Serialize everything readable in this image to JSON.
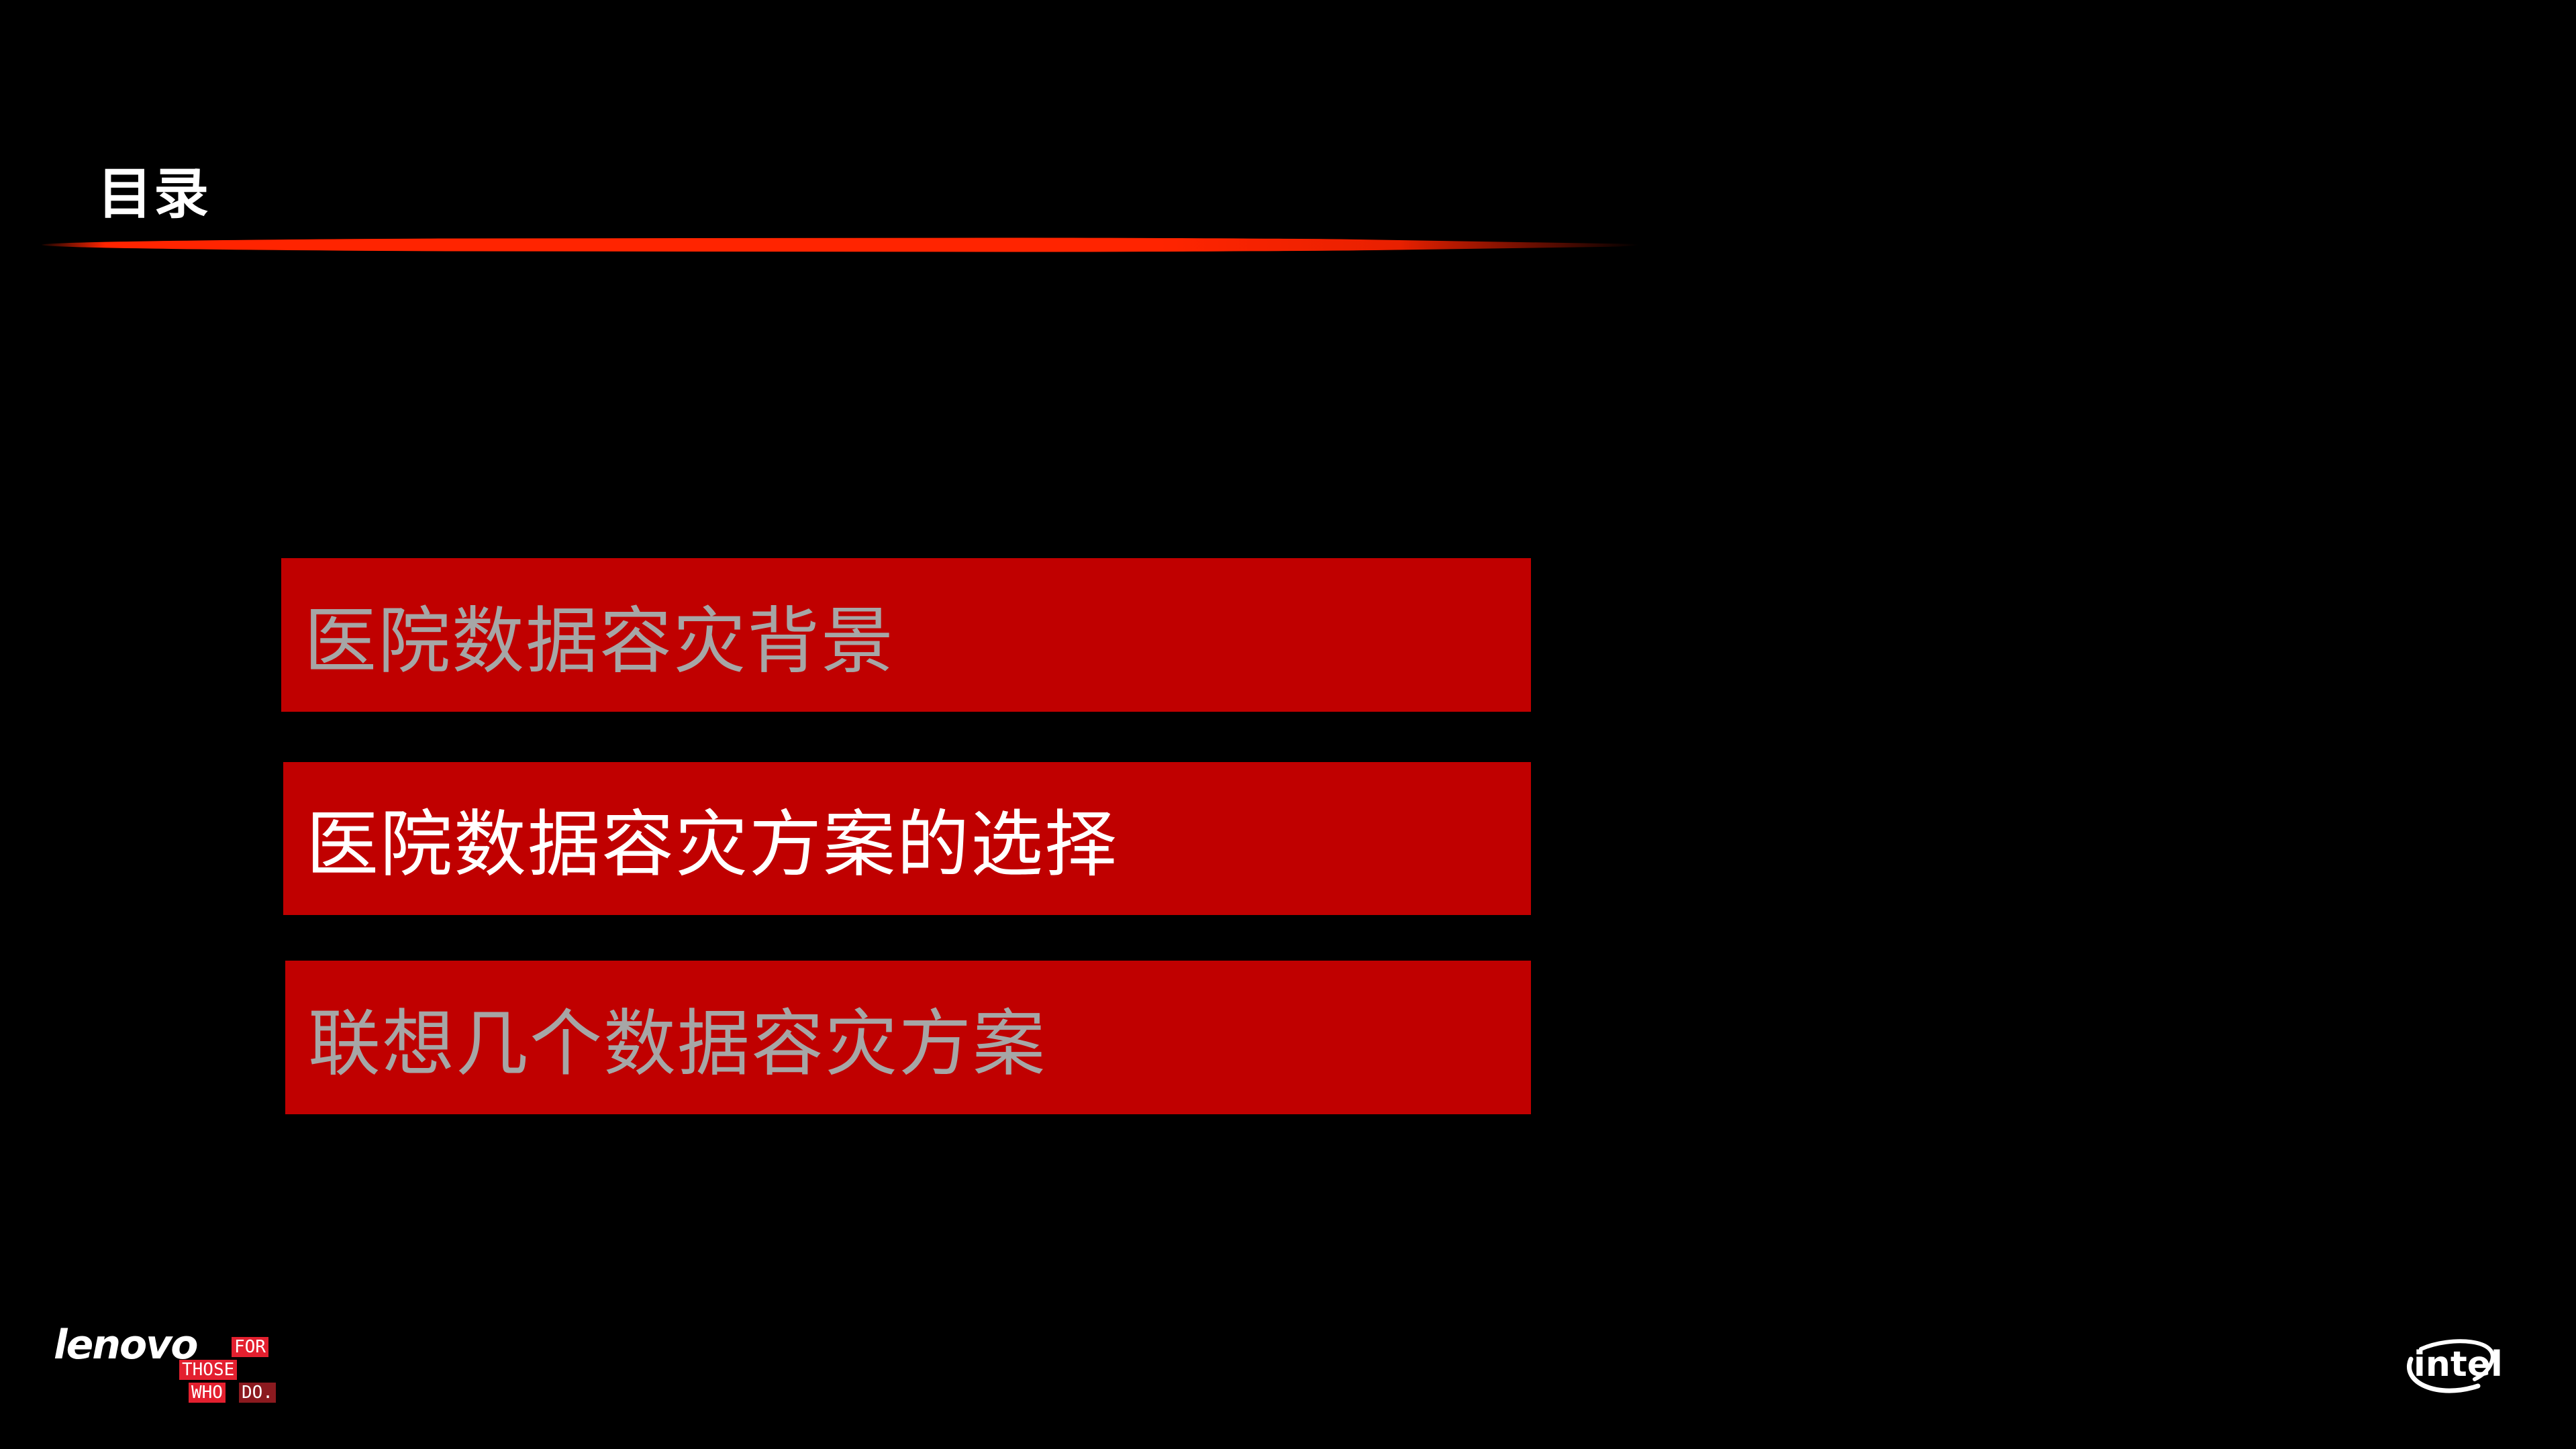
{
  "slide": {
    "title": "目录",
    "accent_color": "#ff2400",
    "box_color": "#c00000"
  },
  "toc": {
    "items": [
      {
        "label": "医院数据容灾背景",
        "state": "inactive",
        "text_color": "#a6a6a6"
      },
      {
        "label": "医院数据容灾方案的选择",
        "state": "active",
        "text_color": "#ffffff"
      },
      {
        "label": "联想几个数据容灾方案",
        "state": "inactive",
        "text_color": "#a6a6a6"
      }
    ]
  },
  "footer": {
    "lenovo_logo": {
      "wordmark": "lenovo",
      "tagline_1": "FOR",
      "tagline_2": "THOSE",
      "tagline_3a": "WHO",
      "tagline_3b": "DO."
    },
    "intel_logo": {
      "wordmark": "intel"
    }
  }
}
